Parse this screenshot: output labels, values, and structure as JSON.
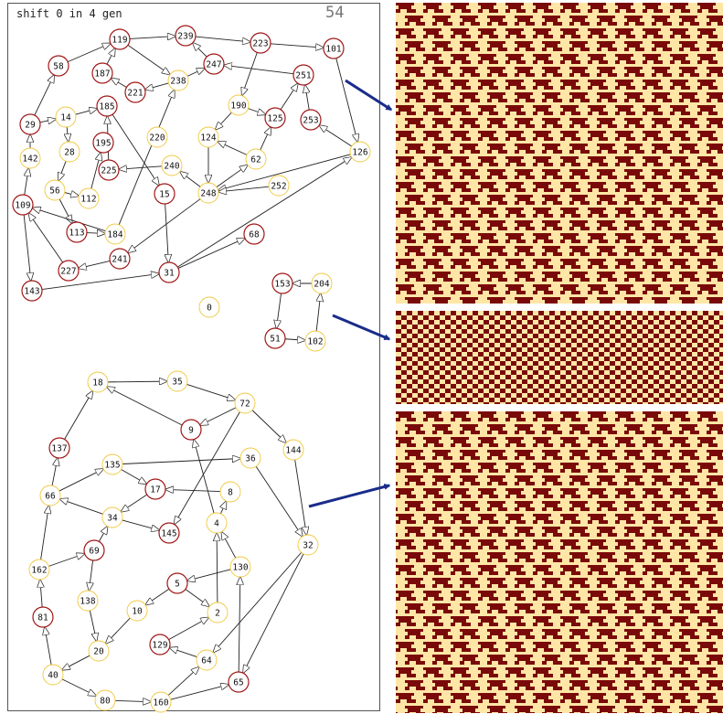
{
  "header": {
    "caption": "shift 0 in 4 gen",
    "counter": "54"
  },
  "colors": {
    "frame": "#555555",
    "edge": "#222222",
    "node_red": "#a01818",
    "node_yellow": "#f0c840",
    "pattern_dark": "#7a0a0a",
    "pattern_light": "#ffe6a6",
    "pointer": "#1a2c8a"
  },
  "graph": {
    "nodes": [
      {
        "id": "119",
        "style": "red"
      },
      {
        "id": "239",
        "style": "red"
      },
      {
        "id": "223",
        "style": "red"
      },
      {
        "id": "101",
        "style": "red"
      },
      {
        "id": "58",
        "style": "red"
      },
      {
        "id": "187",
        "style": "red"
      },
      {
        "id": "221",
        "style": "red"
      },
      {
        "id": "247",
        "style": "red"
      },
      {
        "id": "238",
        "style": "yellow"
      },
      {
        "id": "251",
        "style": "red"
      },
      {
        "id": "29",
        "style": "red"
      },
      {
        "id": "14",
        "style": "yellow"
      },
      {
        "id": "185",
        "style": "red"
      },
      {
        "id": "190",
        "style": "yellow"
      },
      {
        "id": "125",
        "style": "red"
      },
      {
        "id": "253",
        "style": "red"
      },
      {
        "id": "142",
        "style": "yellow"
      },
      {
        "id": "28",
        "style": "yellow"
      },
      {
        "id": "195",
        "style": "red"
      },
      {
        "id": "220",
        "style": "yellow"
      },
      {
        "id": "124",
        "style": "yellow"
      },
      {
        "id": "62",
        "style": "yellow"
      },
      {
        "id": "126",
        "style": "yellow"
      },
      {
        "id": "225",
        "style": "red"
      },
      {
        "id": "240",
        "style": "yellow"
      },
      {
        "id": "56",
        "style": "yellow"
      },
      {
        "id": "112",
        "style": "yellow"
      },
      {
        "id": "15",
        "style": "red"
      },
      {
        "id": "248",
        "style": "yellow"
      },
      {
        "id": "252",
        "style": "yellow"
      },
      {
        "id": "109",
        "style": "red"
      },
      {
        "id": "113",
        "style": "red"
      },
      {
        "id": "184",
        "style": "yellow"
      },
      {
        "id": "68",
        "style": "red"
      },
      {
        "id": "241",
        "style": "red"
      },
      {
        "id": "227",
        "style": "red"
      },
      {
        "id": "31",
        "style": "red"
      },
      {
        "id": "143",
        "style": "red"
      },
      {
        "id": "0",
        "style": "yellow"
      },
      {
        "id": "153",
        "style": "red"
      },
      {
        "id": "204",
        "style": "yellow"
      },
      {
        "id": "51",
        "style": "red"
      },
      {
        "id": "102",
        "style": "yellow"
      },
      {
        "id": "18",
        "style": "yellow"
      },
      {
        "id": "35",
        "style": "yellow"
      },
      {
        "id": "72",
        "style": "yellow"
      },
      {
        "id": "9",
        "style": "red"
      },
      {
        "id": "137",
        "style": "red"
      },
      {
        "id": "135",
        "style": "yellow"
      },
      {
        "id": "36",
        "style": "yellow"
      },
      {
        "id": "144",
        "style": "yellow"
      },
      {
        "id": "17",
        "style": "red"
      },
      {
        "id": "66",
        "style": "yellow"
      },
      {
        "id": "8",
        "style": "yellow"
      },
      {
        "id": "34",
        "style": "yellow"
      },
      {
        "id": "145",
        "style": "red"
      },
      {
        "id": "4",
        "style": "yellow"
      },
      {
        "id": "32",
        "style": "yellow"
      },
      {
        "id": "69",
        "style": "red"
      },
      {
        "id": "162",
        "style": "yellow"
      },
      {
        "id": "130",
        "style": "yellow"
      },
      {
        "id": "5",
        "style": "red"
      },
      {
        "id": "138",
        "style": "yellow"
      },
      {
        "id": "10",
        "style": "yellow"
      },
      {
        "id": "81",
        "style": "red"
      },
      {
        "id": "2",
        "style": "yellow"
      },
      {
        "id": "129",
        "style": "red"
      },
      {
        "id": "20",
        "style": "yellow"
      },
      {
        "id": "64",
        "style": "yellow"
      },
      {
        "id": "40",
        "style": "yellow"
      },
      {
        "id": "65",
        "style": "red"
      },
      {
        "id": "80",
        "style": "yellow"
      },
      {
        "id": "160",
        "style": "yellow"
      }
    ],
    "edges": [
      [
        "119",
        "239"
      ],
      [
        "239",
        "223"
      ],
      [
        "223",
        "101"
      ],
      [
        "58",
        "119"
      ],
      [
        "187",
        "119"
      ],
      [
        "119",
        "238"
      ],
      [
        "221",
        "187"
      ],
      [
        "238",
        "247"
      ],
      [
        "247",
        "239"
      ],
      [
        "251",
        "247"
      ],
      [
        "101",
        "126"
      ],
      [
        "223",
        "190"
      ],
      [
        "190",
        "125"
      ],
      [
        "125",
        "251"
      ],
      [
        "253",
        "251"
      ],
      [
        "190",
        "124"
      ],
      [
        "124",
        "248"
      ],
      [
        "62",
        "124"
      ],
      [
        "62",
        "125"
      ],
      [
        "126",
        "253"
      ],
      [
        "126",
        "248"
      ],
      [
        "252",
        "248"
      ],
      [
        "248",
        "62"
      ],
      [
        "248",
        "241"
      ],
      [
        "240",
        "225"
      ],
      [
        "248",
        "240"
      ],
      [
        "225",
        "185"
      ],
      [
        "185",
        "15"
      ],
      [
        "15",
        "31"
      ],
      [
        "31",
        "126"
      ],
      [
        "31",
        "68"
      ],
      [
        "241",
        "227"
      ],
      [
        "227",
        "109"
      ],
      [
        "109",
        "143"
      ],
      [
        "143",
        "31"
      ],
      [
        "109",
        "142"
      ],
      [
        "142",
        "29"
      ],
      [
        "29",
        "58"
      ],
      [
        "29",
        "14"
      ],
      [
        "14",
        "28"
      ],
      [
        "28",
        "56"
      ],
      [
        "56",
        "112"
      ],
      [
        "112",
        "195"
      ],
      [
        "56",
        "113"
      ],
      [
        "113",
        "184"
      ],
      [
        "184",
        "238"
      ],
      [
        "14",
        "185"
      ],
      [
        "184",
        "109"
      ],
      [
        "238",
        "221"
      ],
      [
        "0",
        "0"
      ],
      [
        "153",
        "51"
      ],
      [
        "51",
        "102"
      ],
      [
        "102",
        "204"
      ],
      [
        "204",
        "153"
      ],
      [
        "18",
        "35"
      ],
      [
        "35",
        "72"
      ],
      [
        "9",
        "18"
      ],
      [
        "72",
        "9"
      ],
      [
        "72",
        "144"
      ],
      [
        "144",
        "32"
      ],
      [
        "72",
        "145"
      ],
      [
        "137",
        "18"
      ],
      [
        "66",
        "137"
      ],
      [
        "66",
        "135"
      ],
      [
        "135",
        "17"
      ],
      [
        "17",
        "34"
      ],
      [
        "34",
        "66"
      ],
      [
        "8",
        "17"
      ],
      [
        "135",
        "36"
      ],
      [
        "36",
        "32"
      ],
      [
        "4",
        "8"
      ],
      [
        "4",
        "9"
      ],
      [
        "34",
        "145"
      ],
      [
        "69",
        "34"
      ],
      [
        "162",
        "66"
      ],
      [
        "162",
        "69"
      ],
      [
        "69",
        "138"
      ],
      [
        "138",
        "20"
      ],
      [
        "130",
        "4"
      ],
      [
        "130",
        "5"
      ],
      [
        "2",
        "4"
      ],
      [
        "5",
        "2"
      ],
      [
        "5",
        "10"
      ],
      [
        "10",
        "20"
      ],
      [
        "20",
        "40"
      ],
      [
        "81",
        "162"
      ],
      [
        "40",
        "81"
      ],
      [
        "40",
        "80"
      ],
      [
        "80",
        "160"
      ],
      [
        "160",
        "64"
      ],
      [
        "160",
        "65"
      ],
      [
        "129",
        "2"
      ],
      [
        "64",
        "129"
      ],
      [
        "65",
        "130"
      ],
      [
        "32",
        "65"
      ],
      [
        "32",
        "64"
      ]
    ]
  }
}
